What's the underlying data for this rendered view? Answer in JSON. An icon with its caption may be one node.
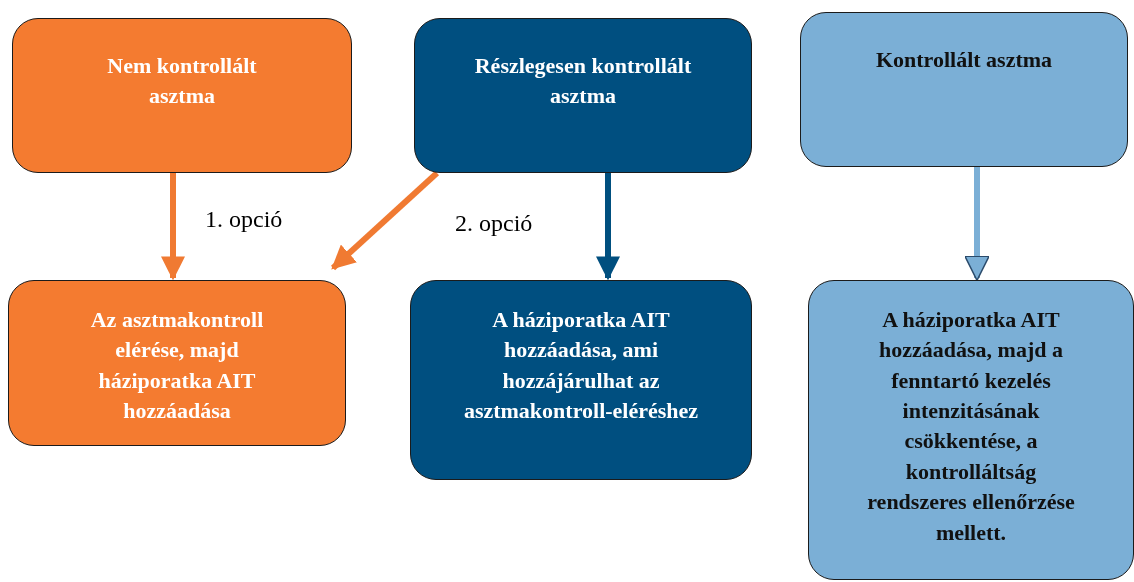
{
  "diagram": {
    "nodes": [
      {
        "text": [
          "Nem kontrollált asztma"
        ]
      },
      {
        "text": [
          "Részlegesen kontrollált asztma"
        ]
      },
      {
        "text": [
          "Kontrollált asztma"
        ]
      },
      {
        "text": [
          "Az asztmakontroll elérése, majd háziporatka AIT hozzáadása"
        ]
      },
      {
        "text": [
          "A háziporatka AIT hozzáadása, ami hozzájárulhat az asztmakontroll-eléréshez"
        ]
      },
      {
        "text": [
          "A háziporatka AIT hozzáadása, majd a fenntartó kezelés intenzitásának csökkentése, a kontrolláltság rendszeres ellenőrzése mellett."
        ]
      }
    ],
    "edges": [
      {
        "from": 0,
        "to": 3,
        "arrow": "to",
        "label": "1. opció",
        "color": "#f07a32"
      },
      {
        "from": 1,
        "to": 3,
        "arrow": "to",
        "label": "2. opció",
        "color": "#f07a32"
      },
      {
        "from": 1,
        "to": 4,
        "arrow": "to",
        "color": "#004f7f"
      },
      {
        "from": 2,
        "to": 5,
        "arrow": "to",
        "color": "#7bafd6"
      }
    ]
  }
}
